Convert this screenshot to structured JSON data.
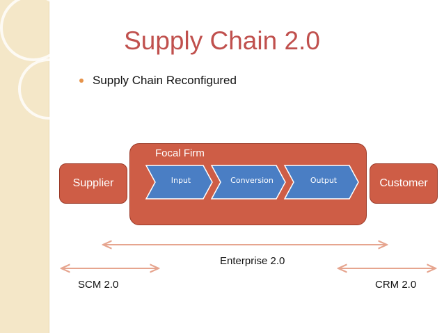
{
  "slide": {
    "title": "Supply Chain 2.0",
    "bullet": "Supply Chain Reconfigured"
  },
  "diagram": {
    "focal_firm_label": "Focal Firm",
    "supplier": "Supplier",
    "customer": "Customer",
    "steps": [
      "Input",
      "Conversion",
      "Output"
    ],
    "spans": {
      "enterprise": "Enterprise 2.0",
      "scm": "SCM 2.0",
      "crm": "CRM 2.0"
    }
  },
  "colors": {
    "title": "#c0504d",
    "box_fill": "#ce5d46",
    "chevron_fill": "#4a7ec4",
    "side_band": "#f4e7c8",
    "arrow": "#e6a58f"
  }
}
